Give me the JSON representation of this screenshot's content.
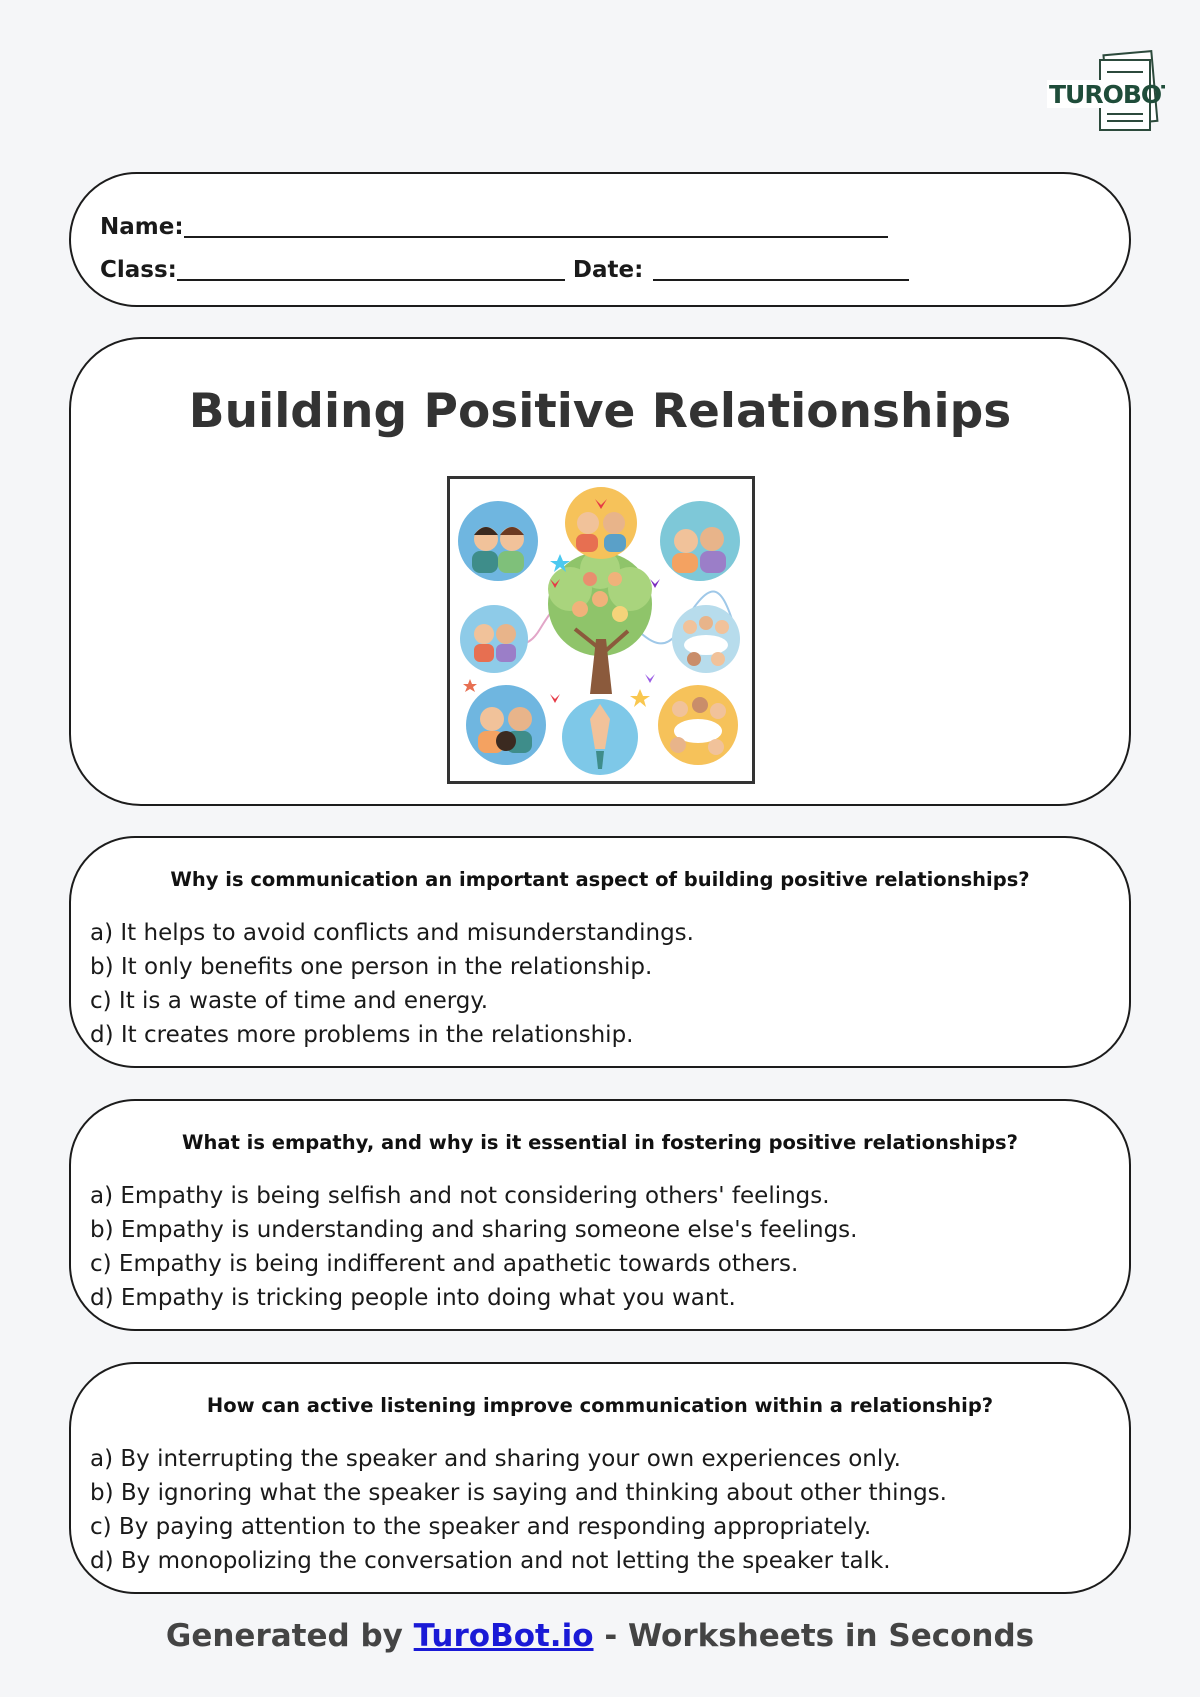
{
  "logo": {
    "text": "TUROBOT",
    "icon": "turobot-logo"
  },
  "header_form": {
    "name_label": "Name:",
    "class_label": "Class:",
    "date_label": "Date:"
  },
  "worksheet": {
    "title": "Building Positive Relationships",
    "illustration": "relationships-illustration"
  },
  "questions": [
    {
      "question": "Why is communication an important aspect of building positive relationships?",
      "options": [
        "a) It helps to avoid conflicts and misunderstandings.",
        "b) It only benefits one person in the relationship.",
        "c) It is a waste of time and energy.",
        "d) It creates more problems in the relationship."
      ]
    },
    {
      "question": "What is empathy, and why is it essential in fostering positive relationships?",
      "options": [
        "a) Empathy is being selfish and not considering others' feelings.",
        "b) Empathy is understanding and sharing someone else's feelings.",
        "c) Empathy is being indifferent and apathetic towards others.",
        "d) Empathy is tricking people into doing what you want."
      ]
    },
    {
      "question": "How can active listening improve communication within a relationship?",
      "options": [
        "a) By interrupting the speaker and sharing your own experiences only.",
        "b) By ignoring what the speaker is saying and thinking about other things.",
        "c) By paying attention to the speaker and responding appropriately.",
        "d) By monopolizing the conversation and not letting the speaker talk."
      ]
    }
  ],
  "footer": {
    "prefix": "Generated by",
    "link_text": "TuroBot.io",
    "suffix": "- Worksheets in Seconds"
  },
  "colors": {
    "page_background": "#f5f6f8",
    "box_border": "#1c1c1c",
    "link": "#1a1ad6",
    "logo_green": "#1f4d3a"
  }
}
